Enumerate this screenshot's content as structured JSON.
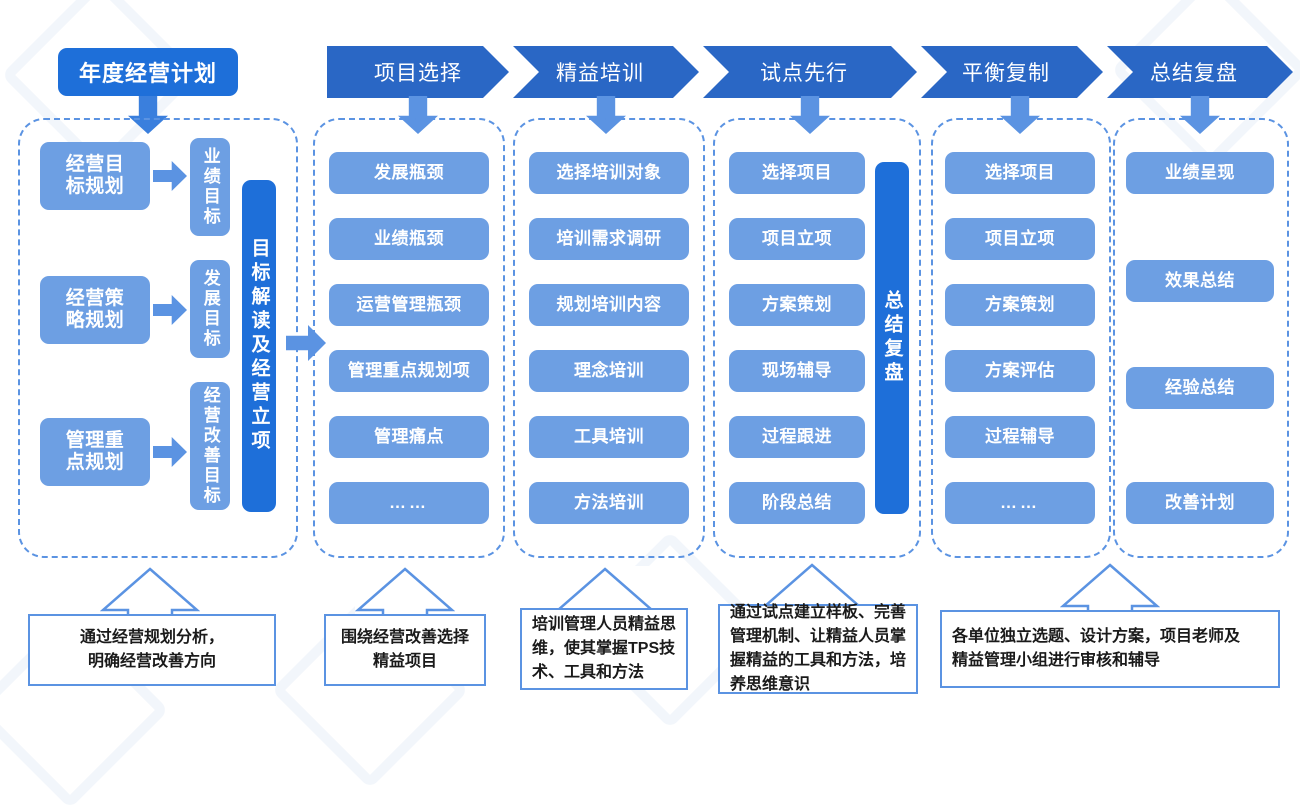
{
  "title_box": {
    "label": "年度经营计划"
  },
  "phases": [
    {
      "label": "项目选择"
    },
    {
      "label": "精益培训"
    },
    {
      "label": "试点先行"
    },
    {
      "label": "平衡复制"
    },
    {
      "label": "总结复盘"
    }
  ],
  "columns": [
    {
      "name": "annual-plan",
      "pairs": [
        {
          "plan": "经营目\n标规划",
          "goal": "业绩目标"
        },
        {
          "plan": "经营策\n略规划",
          "goal": "发展目标"
        },
        {
          "plan": "管理重\n点规划",
          "goal": "经营改善目标"
        }
      ],
      "side_bar": "目标解读及经营立项"
    },
    {
      "name": "project-selection",
      "items": [
        "发展瓶颈",
        "业绩瓶颈",
        "运营管理瓶颈",
        "管理重点规划项",
        "管理痛点",
        "……"
      ]
    },
    {
      "name": "lean-training",
      "items": [
        "选择培训对象",
        "培训需求调研",
        "规划培训内容",
        "理念培训",
        "工具培训",
        "方法培训"
      ]
    },
    {
      "name": "pilot-first",
      "items": [
        "选择项目",
        "项目立项",
        "方案策划",
        "现场辅导",
        "过程跟进",
        "阶段总结"
      ],
      "side_bar": "总结复盘"
    },
    {
      "name": "balanced-replication",
      "items": [
        "选择项目",
        "项目立项",
        "方案策划",
        "方案评估",
        "过程辅导",
        "……"
      ]
    },
    {
      "name": "summary-review",
      "items": [
        "业绩呈现",
        "效果总结",
        "经验总结",
        "改善计划"
      ]
    }
  ],
  "captions": [
    {
      "name": "caption-annual-plan",
      "text": "通过经营规划分析，\n明确经营改善方向",
      "align": "center"
    },
    {
      "name": "caption-project-selection",
      "text": "围绕经营改善选择\n精益项目",
      "align": "center"
    },
    {
      "name": "caption-lean-training",
      "text": "培训管理人员精益思\n维，使其掌握TPS技\n术、工具和方法",
      "align": "left"
    },
    {
      "name": "caption-pilot-first",
      "text": "通过试点建立样板、完善\n管理机制、让精益人员掌\n握精益的工具和方法，培\n养思维意识",
      "align": "left"
    },
    {
      "name": "caption-replication-summary",
      "text": "各单位独立选题、设计方案，项目老师及\n精益管理小组进行审核和辅导",
      "align": "left"
    }
  ],
  "colors": {
    "dark_blue": "#1e6fd9",
    "chevron_blue": "#2a67c5",
    "light_blue": "#6d9fe3",
    "arrow_blue": "#5b93e2",
    "dashed_border": "#5b93e2",
    "caption_border": "#5b93e2",
    "text_white": "#ffffff",
    "text_dark": "#1a1a1a",
    "background": "#ffffff"
  }
}
